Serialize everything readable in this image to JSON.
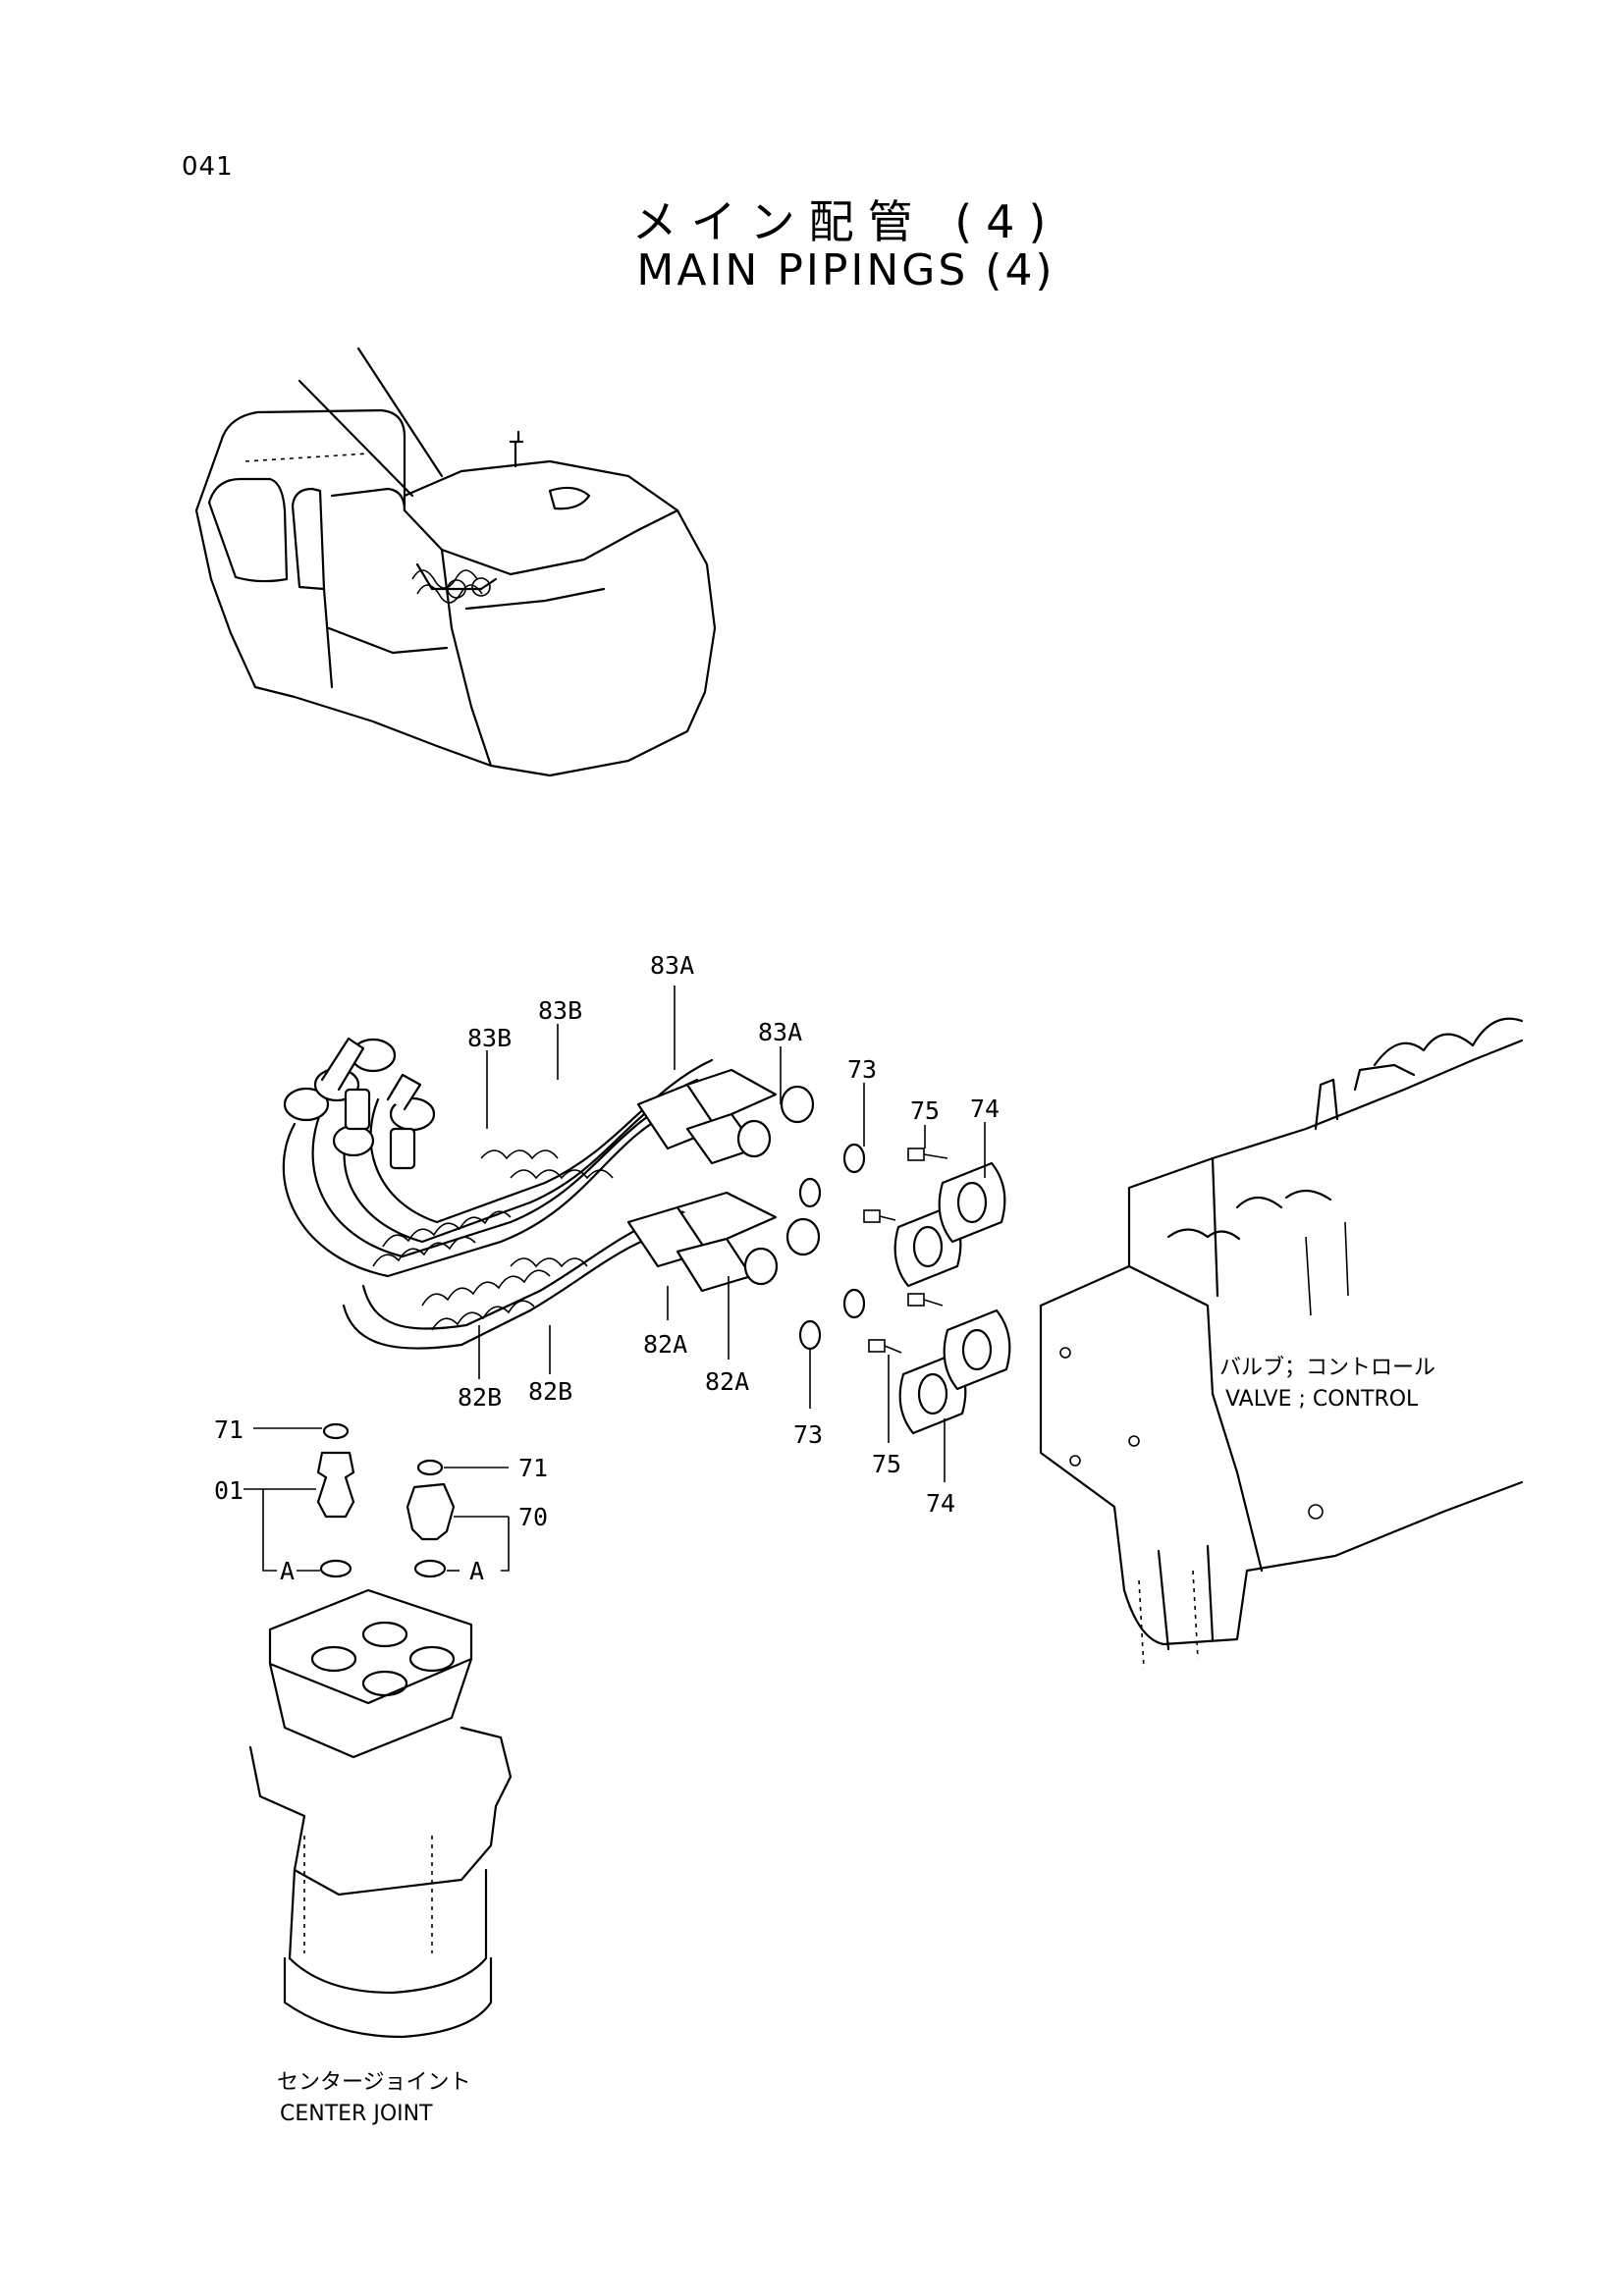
{
  "page_number": "041",
  "title_jp": "メイン配管 (4)",
  "title_en": "MAIN PIPINGS (4)",
  "callouts": {
    "c83A_top": "83A",
    "c83A_right": "83A",
    "c83B_left": "83B",
    "c83B_right": "83B",
    "c73_top": "73",
    "c75_top": "75",
    "c74_top": "74",
    "c82A_left": "82A",
    "c82A_right": "82A",
    "c82B_left": "82B",
    "c82B_right": "82B",
    "c73_bottom": "73",
    "c75_bottom": "75",
    "c74_bottom": "74",
    "c71_left": "71",
    "c71_right": "71",
    "c01": "01",
    "c70": "70",
    "cA_left": "A",
    "cA_right": "A"
  },
  "valve_label_jp": "バルブ；コントロール",
  "valve_label_en": "VALVE ; CONTROL",
  "joint_label_jp": "センタージョイント",
  "joint_label_en": "CENTER JOINT"
}
